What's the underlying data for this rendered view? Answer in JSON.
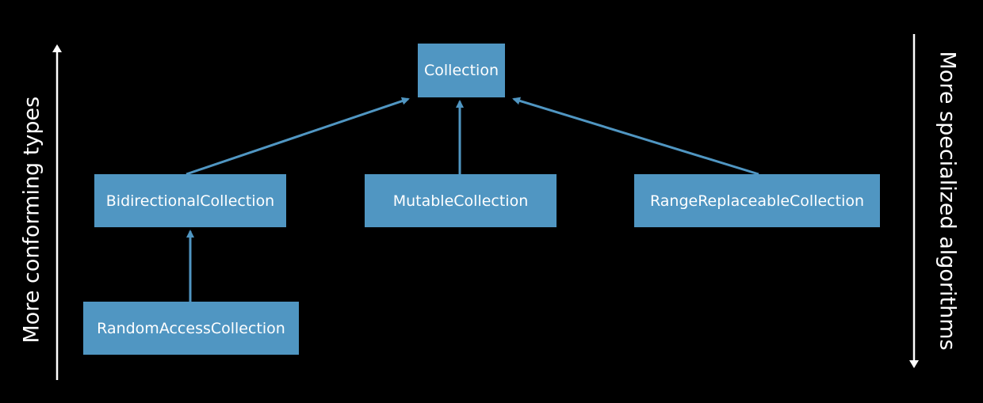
{
  "nodes": {
    "collection": "Collection",
    "bidirectional": "BidirectionalCollection",
    "mutable": "MutableCollection",
    "range_replaceable": "RangeReplaceableCollection",
    "random_access": "RandomAccessCollection"
  },
  "edges": [
    {
      "from": "BidirectionalCollection",
      "to": "Collection"
    },
    {
      "from": "MutableCollection",
      "to": "Collection"
    },
    {
      "from": "RangeReplaceableCollection",
      "to": "Collection"
    },
    {
      "from": "RandomAccessCollection",
      "to": "BidirectionalCollection"
    }
  ],
  "left_axis_label": "More conforming types",
  "right_axis_label": "More specialized algorithms",
  "colors": {
    "box": "#5096c2",
    "arrow": "#5096c2",
    "background": "#000000",
    "axis": "#ffffff"
  }
}
